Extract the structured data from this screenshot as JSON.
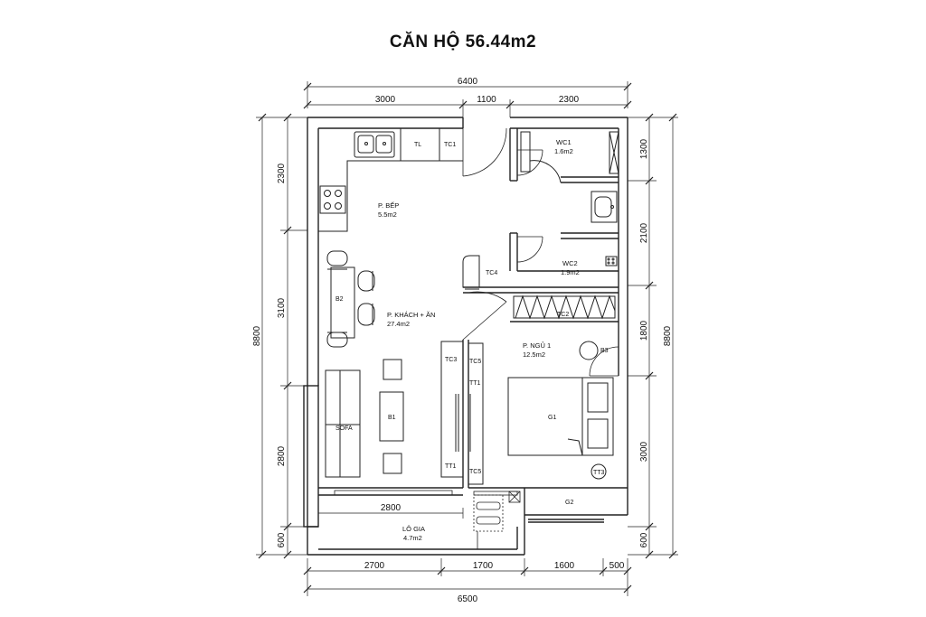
{
  "title": "CĂN HỘ 56.44m2",
  "dimensions": {
    "top_total": "6400",
    "top_segments": [
      "3000",
      "1100",
      "2300"
    ],
    "bottom_total": "6500",
    "bottom_segments": [
      "2700",
      "1700",
      "1600",
      "500"
    ],
    "inner_width": "2800",
    "left_total": "8800",
    "left_segments": [
      "2300",
      "3100",
      "2800",
      "600"
    ],
    "right_total": "8800",
    "right_segments": [
      "1300",
      "2100",
      "1800",
      "3000",
      "600"
    ]
  },
  "rooms": {
    "kitchen": {
      "name": "P. BẾP",
      "area": "5.5m2"
    },
    "living": {
      "name": "P. KHÁCH + ĂN",
      "area": "27.4m2"
    },
    "wc1": {
      "name": "WC1",
      "area": "1.6m2"
    },
    "wc2": {
      "name": "WC2",
      "area": "1.9m2"
    },
    "bedroom": {
      "name": "P. NGỦ 1",
      "area": "12.5m2"
    },
    "loggia": {
      "name": "LÔ GIA",
      "area": "4.7m2"
    }
  },
  "furniture": {
    "tl": "TL",
    "tc1": "TC1",
    "tc2": "TC2",
    "tc3": "TC3",
    "tc4": "TC4",
    "tc5_top": "TC5",
    "tc5_bottom": "TC5",
    "tt1_top": "TT1",
    "tt1_bottom": "TT1",
    "tt3": "TT3",
    "b1": "B1",
    "b2": "B2",
    "b3": "B3",
    "g1": "G1",
    "g2": "G2",
    "sofa": "SOFA"
  }
}
